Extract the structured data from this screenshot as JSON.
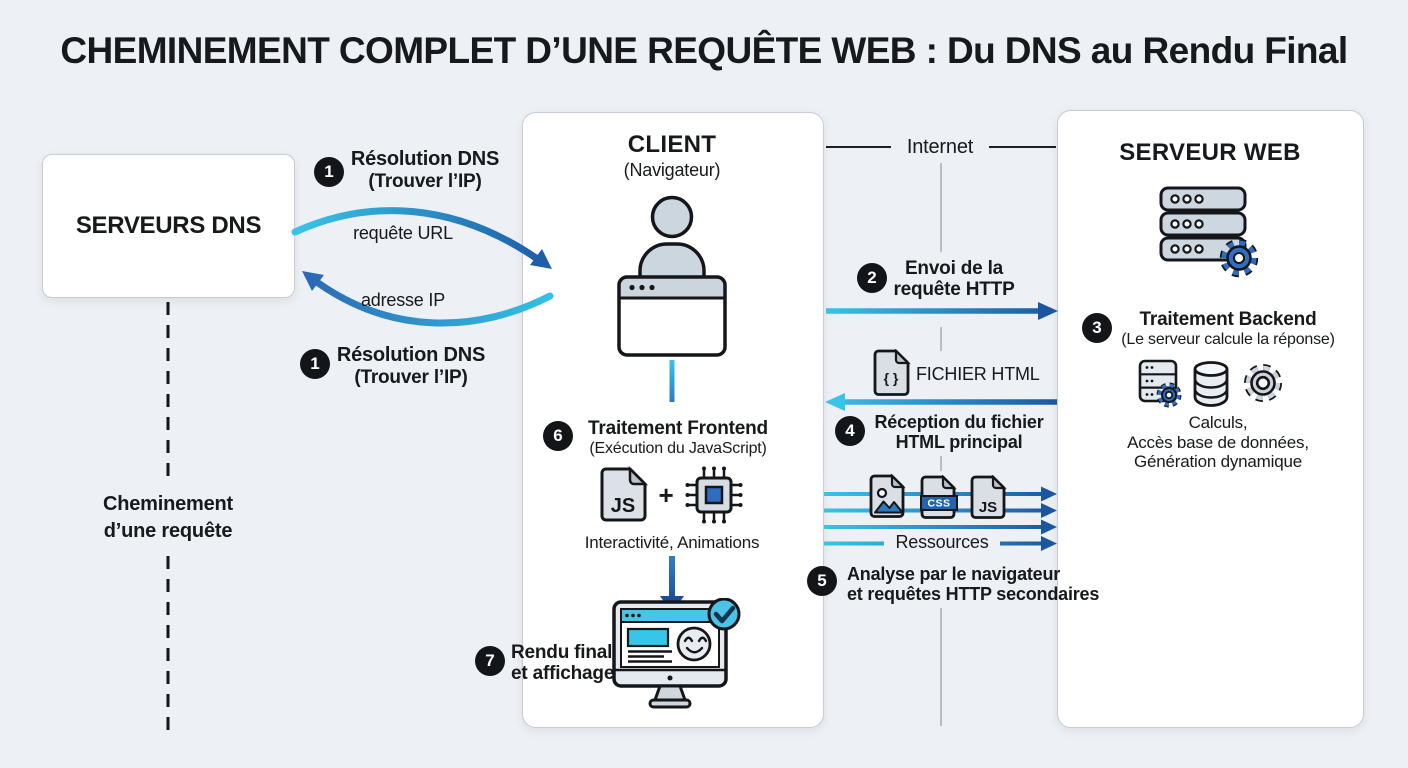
{
  "title": "CHEMINEMENT COMPLET D’UNE REQUÊTE WEB : Du DNS au Rendu Final",
  "colors": {
    "cyan": "#38c4e8",
    "blue": "#1c56a0",
    "badge_black": "#131519",
    "panel_border": "#c7ccd4",
    "background": "#edf0f4"
  },
  "dns": {
    "box_label": "SERVEURS DNS"
  },
  "flow_label": {
    "line1": "Cheminement",
    "line2": "d’une requête"
  },
  "client": {
    "title": "CLIENT",
    "subtitle": "(Navigateur)",
    "interactivity": "Interactivité, Animations"
  },
  "server": {
    "title": "SERVEUR WEB",
    "caption_line1": "Calculs,",
    "caption_line2": "Accès base de données,",
    "caption_line3": "Génération dynamique"
  },
  "internet_label": "Internet",
  "arrows": {
    "request_url": "requête URL",
    "ip_address": "adresse IP",
    "html_file": "FICHIER HTML",
    "resources": "Ressources"
  },
  "steps": {
    "one_top": {
      "num": "1",
      "line1": "Résolution DNS",
      "line2": "(Trouver l’IP)"
    },
    "one_bottom": {
      "num": "1",
      "line1": "Résolution DNS",
      "line2": "(Trouver l’IP)"
    },
    "two": {
      "num": "2",
      "line1": "Envoi de la",
      "line2": "requête HTTP"
    },
    "three": {
      "num": "3",
      "line1": "Traitement Backend",
      "line2": "(Le serveur calcule la réponse)"
    },
    "four": {
      "num": "4",
      "line1": "Réception du fichier",
      "line2": "HTML principal"
    },
    "five": {
      "num": "5",
      "line1": "Analyse par le navigateur",
      "line2": "et requêtes HTTP secondaires"
    },
    "six": {
      "num": "6",
      "line1": "Traitement Frontend",
      "line2": "(Exécution du JavaScript)"
    },
    "seven": {
      "num": "7",
      "line1": "Rendu final",
      "line2": "et affichage"
    }
  },
  "files": {
    "js": "JS",
    "css": "CSS",
    "braces": "{ }",
    "plus": "+"
  },
  "icons": {
    "user": "person-silhouette",
    "browser": "browser-window",
    "server_stack": "server-rack-with-gear",
    "mini_server": "server-with-gear",
    "database": "database-cylinder",
    "gear": "gear",
    "chip": "cpu-chip",
    "js_file": "js-file",
    "css_file": "css-file",
    "image_file": "image-file",
    "html_file": "html-file-braces",
    "monitor": "monitor-with-rendered-page",
    "check": "check-badge"
  }
}
